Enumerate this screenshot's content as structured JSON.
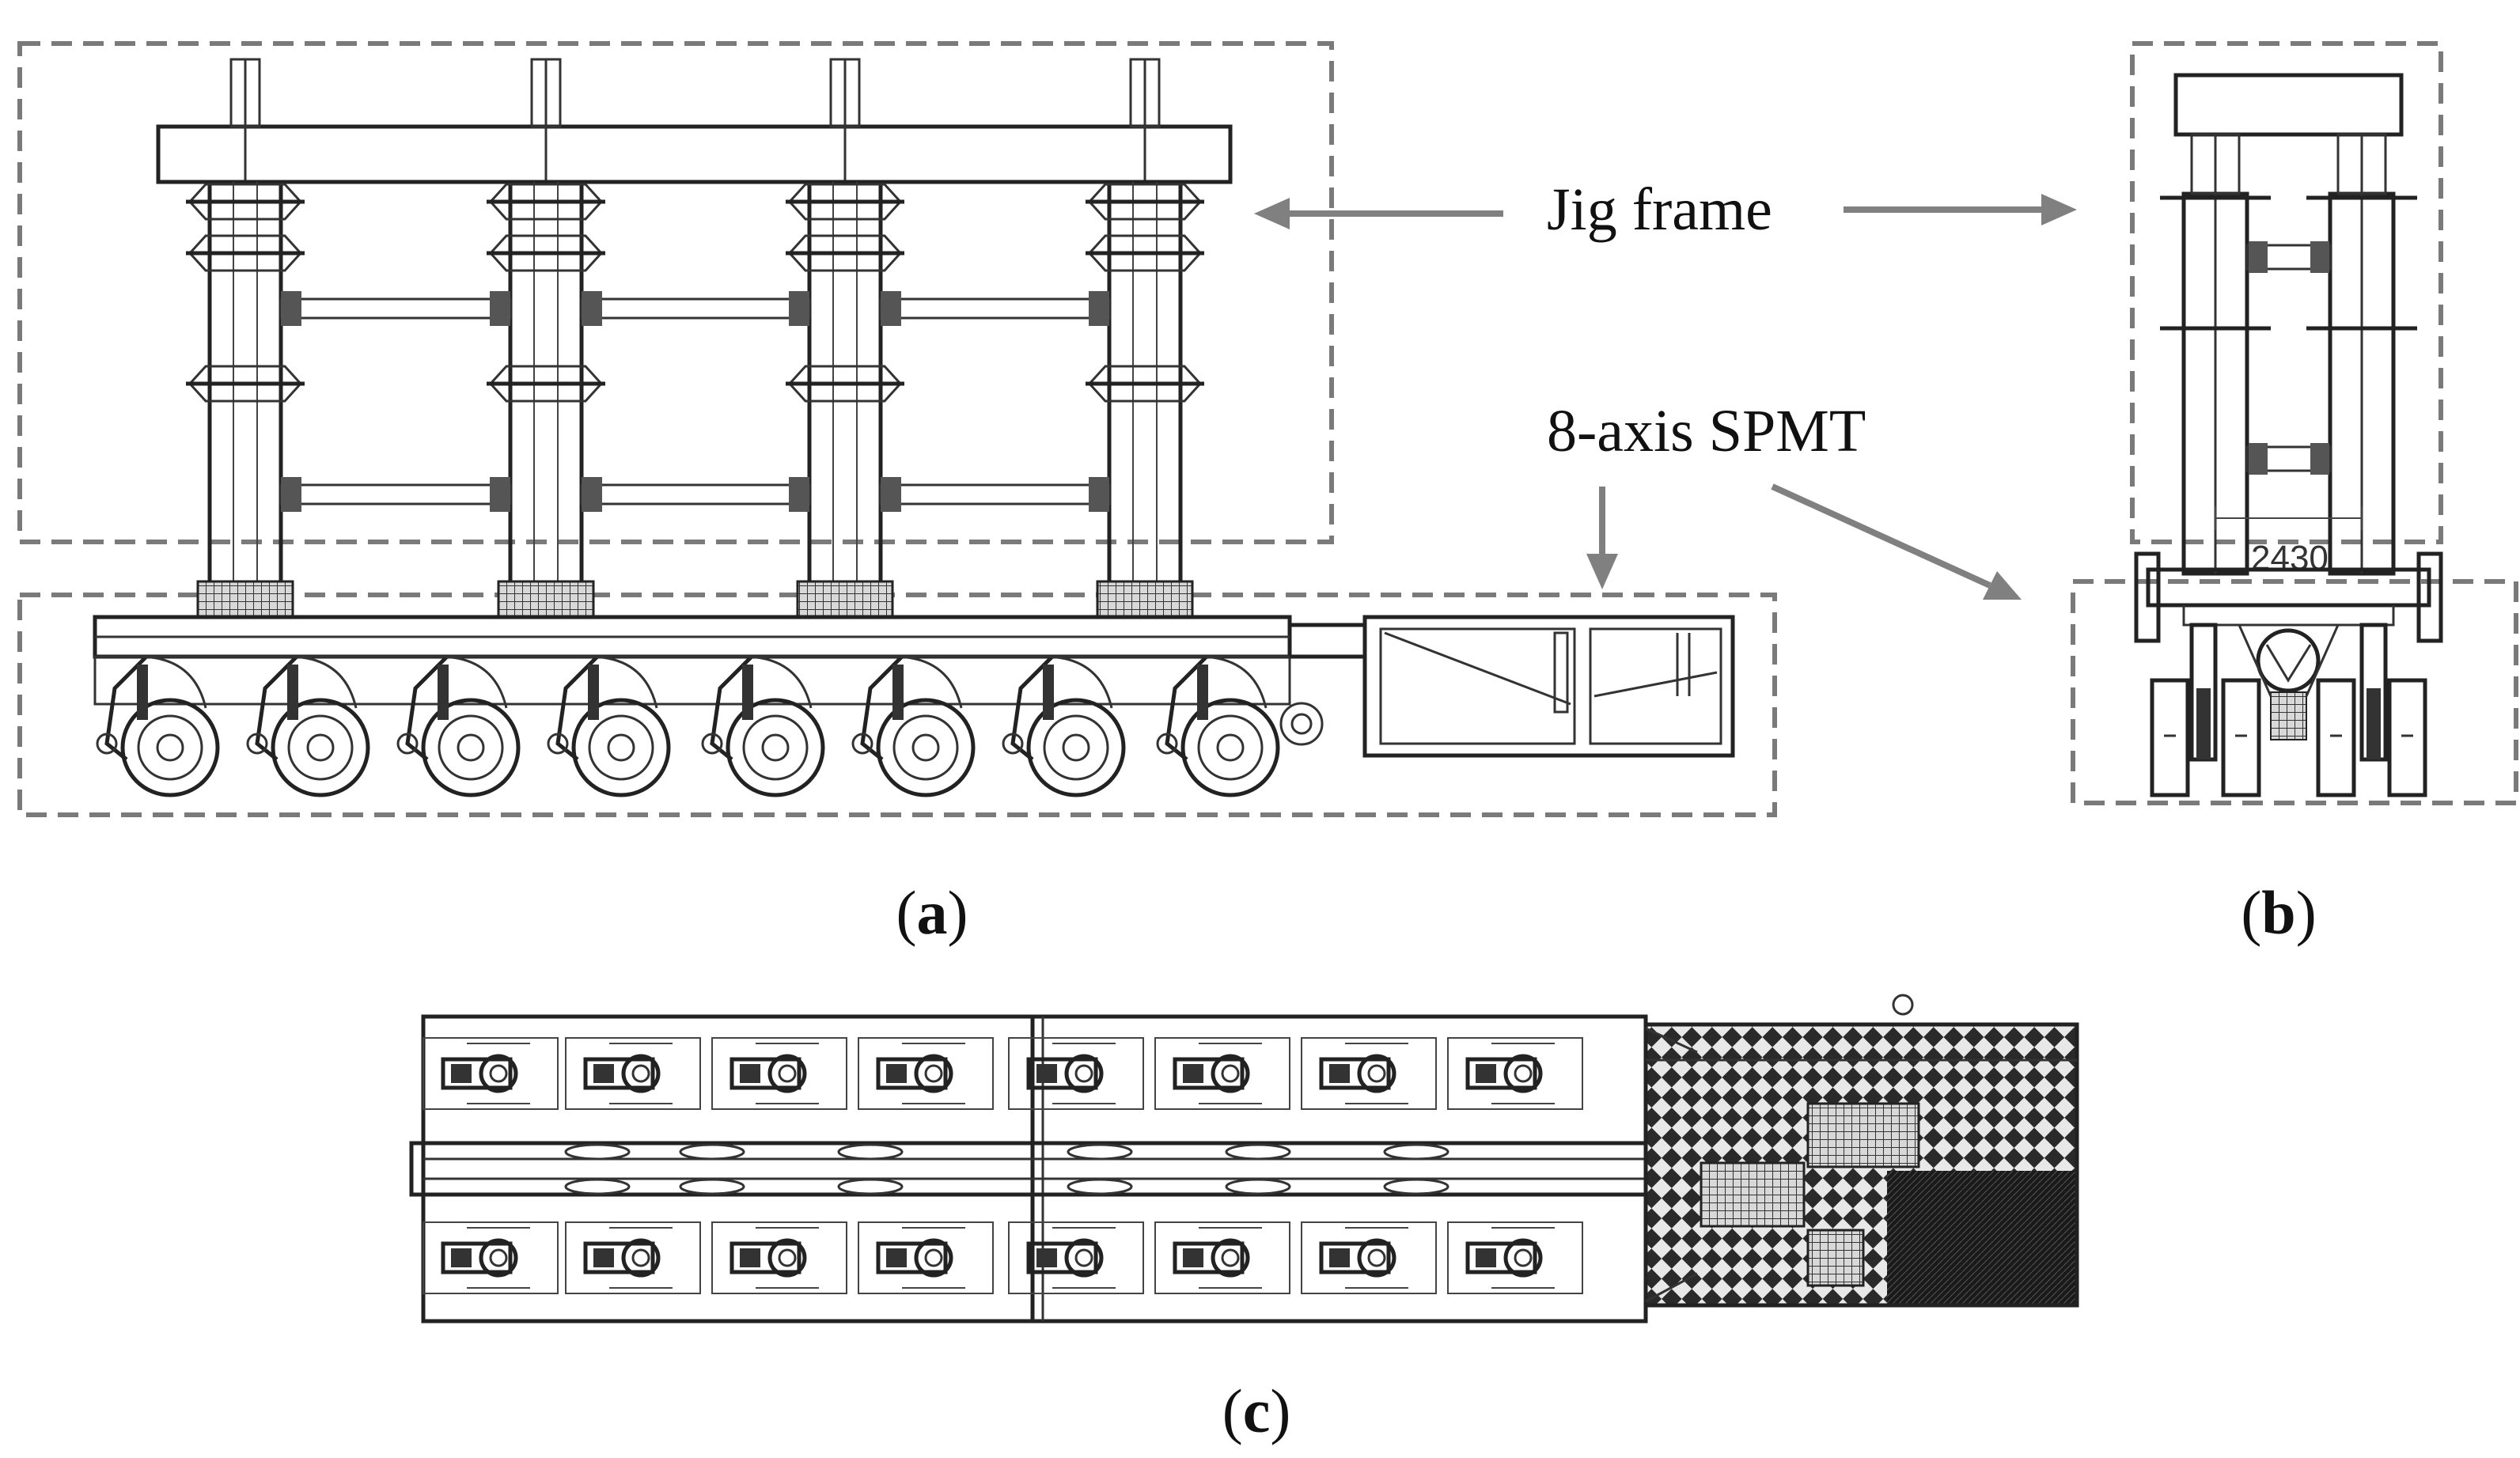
{
  "labels": {
    "jig_frame": "Jig frame",
    "spmt": "8-axis SPMT",
    "dimension": "2430"
  },
  "captions": {
    "a": "a",
    "b": "b",
    "c": "c"
  },
  "colors": {
    "dashed_box": "#7a7a7a",
    "arrow": "#808080",
    "drawing_line": "#333333",
    "hatch_dark": "#1a1a1a"
  }
}
